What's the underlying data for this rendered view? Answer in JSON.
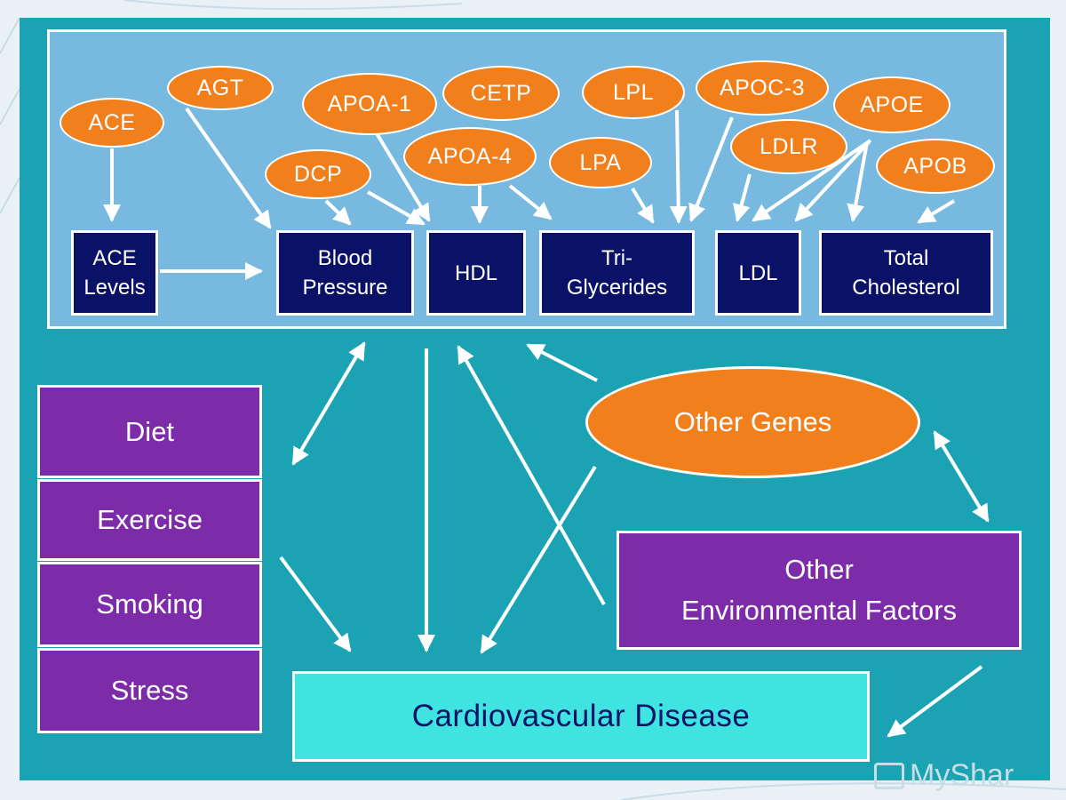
{
  "genes": [
    {
      "id": "ACE",
      "label": "ACE"
    },
    {
      "id": "AGT",
      "label": "AGT"
    },
    {
      "id": "APOA1",
      "label": "APOA-1"
    },
    {
      "id": "CETP",
      "label": "CETP"
    },
    {
      "id": "LPL",
      "label": "LPL"
    },
    {
      "id": "APOC3",
      "label": "APOC-3"
    },
    {
      "id": "APOE",
      "label": "APOE"
    },
    {
      "id": "DCP",
      "label": "DCP"
    },
    {
      "id": "APOA4",
      "label": "APOA-4"
    },
    {
      "id": "LPA",
      "label": "LPA"
    },
    {
      "id": "LDLR",
      "label": "LDLR"
    },
    {
      "id": "APOB",
      "label": "APOB"
    }
  ],
  "risk_factors": [
    {
      "id": "ace-levels",
      "label": "ACE\nLevels"
    },
    {
      "id": "blood-pressure",
      "label": "Blood\nPressure"
    },
    {
      "id": "hdl",
      "label": "HDL"
    },
    {
      "id": "triglycerides",
      "label": "Tri-\nGlycerides"
    },
    {
      "id": "ldl",
      "label": "LDL"
    },
    {
      "id": "total-cholesterol",
      "label": "Total\nCholesterol"
    }
  ],
  "lifestyle": [
    "Diet",
    "Exercise",
    "Smoking",
    "Stress"
  ],
  "other_genes": "Other Genes",
  "environment": "Other\nEnvironmental Factors",
  "outcome": "Cardiovascular Disease",
  "watermark": "MyShar",
  "colors": {
    "background": "#1ba3b3",
    "panel": "#78b9e0",
    "gene_oval": "#f17f1c",
    "risk_box": "#0a1268",
    "lifestyle_box": "#7c2ca8",
    "outcome_box": "#3fe3df",
    "arrow": "#ffffff"
  }
}
